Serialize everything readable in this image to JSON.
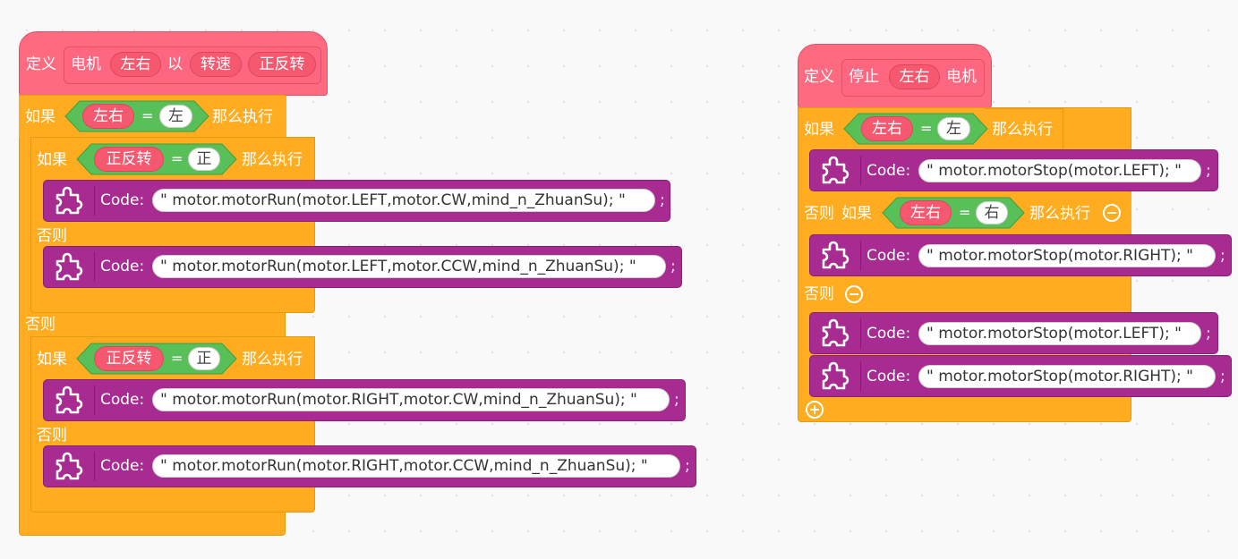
{
  "labels": {
    "define": "定义",
    "if": "如果",
    "then": "那么执行",
    "else": "否则",
    "code": "Code:",
    "eq": "=",
    "semi": ";"
  },
  "left_block": {
    "func_word1": "电机",
    "param_side": "左右",
    "func_word2": "以",
    "param_speed": "转速",
    "param_dir": "正反转",
    "if1_left": "左右",
    "if1_right": "左",
    "if2_left": "正反转",
    "if2_right": "正",
    "code1": "\" motor.motorRun(motor.LEFT,motor.CW,mind_n_ZhuanSu); \"",
    "code2": "\" motor.motorRun(motor.LEFT,motor.CCW,mind_n_ZhuanSu); \"",
    "if3_left": "正反转",
    "if3_right": "正",
    "code3": "\" motor.motorRun(motor.RIGHT,motor.CW,mind_n_ZhuanSu); \"",
    "code4": "\" motor.motorRun(motor.RIGHT,motor.CCW,mind_n_ZhuanSu); \""
  },
  "right_block": {
    "func_word1": "停止",
    "param_side": "左右",
    "func_word2": "电机",
    "if1_left": "左右",
    "if1_right": "左",
    "code1": "\" motor.motorStop(motor.LEFT); \"",
    "elseif_else": "否则",
    "elseif_if": "如果",
    "if2_left": "左右",
    "if2_right": "右",
    "code2": "\" motor.motorStop(motor.RIGHT); \"",
    "code3": "\" motor.motorStop(motor.LEFT); \"",
    "code4": "\" motor.motorStop(motor.RIGHT); \""
  },
  "colors": {
    "hat": "#ff6680",
    "control": "#ffac20",
    "code": "#a72b91",
    "condition": "#59c059",
    "reporter": "#f6596f"
  },
  "icons": [
    "puzzle-icon",
    "minus-circle-icon",
    "plus-circle-icon"
  ]
}
